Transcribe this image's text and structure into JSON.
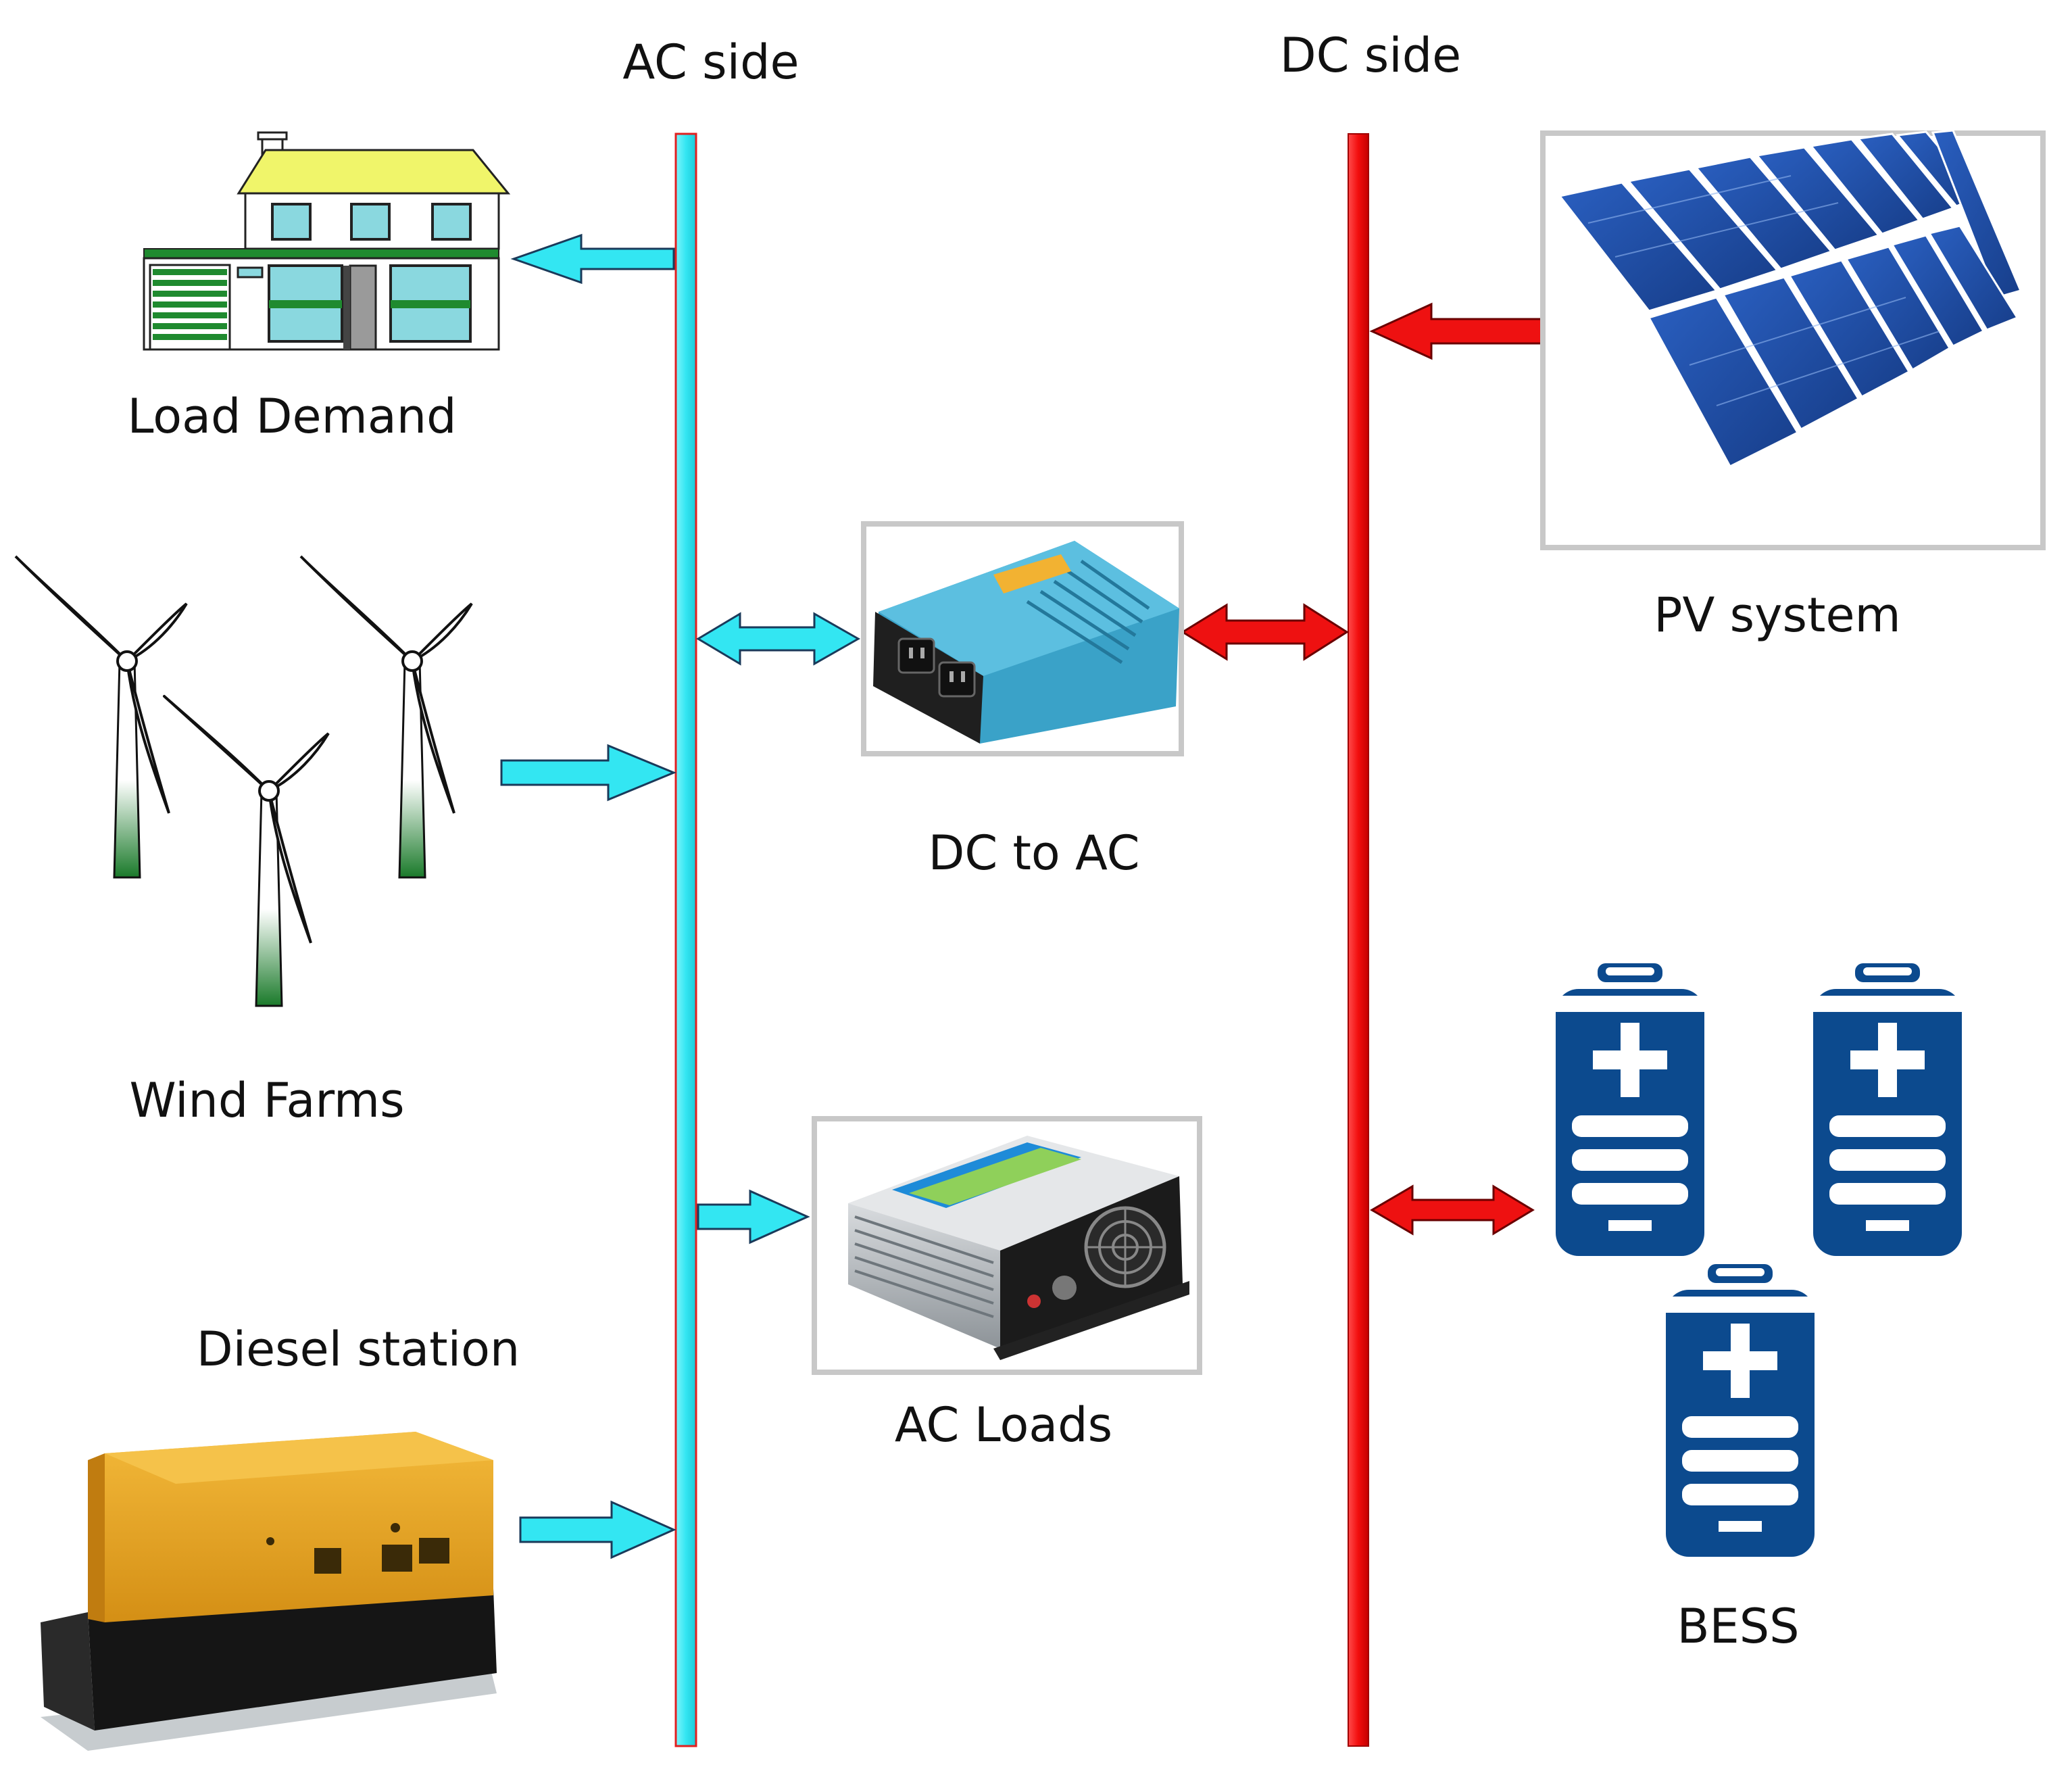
{
  "labels": {
    "ac_side": "AC side",
    "dc_side": "DC side",
    "load_demand": "Load Demand",
    "pv_system": "PV system",
    "dc_to_ac": "DC to AC",
    "wind_farms": "Wind Farms",
    "ac_loads": "AC Loads",
    "diesel_station": "Diesel station",
    "bess": "BESS"
  },
  "colors": {
    "ac_bus": "#33e6f2",
    "dc_bus": "#f20d0d",
    "cyan_arrow": "#33e6f2",
    "red_arrow": "#ee1111",
    "house_roof": "#f0f56a",
    "house_green": "#1f8a2f",
    "panel_blue": "#1f4fa8",
    "battery_blue": "#0c4a8e",
    "inverter_blue": "#3aa2c8",
    "generator_yellow": "#e8a623",
    "turbine_green": "#1a7a2a"
  },
  "icons": {
    "house": "house-icon",
    "wind_turbine": "wind-turbine-icon",
    "diesel_generator": "diesel-generator-icon",
    "solar_panels": "solar-panels-icon",
    "inverter": "inverter-icon",
    "battery": "battery-icon"
  }
}
